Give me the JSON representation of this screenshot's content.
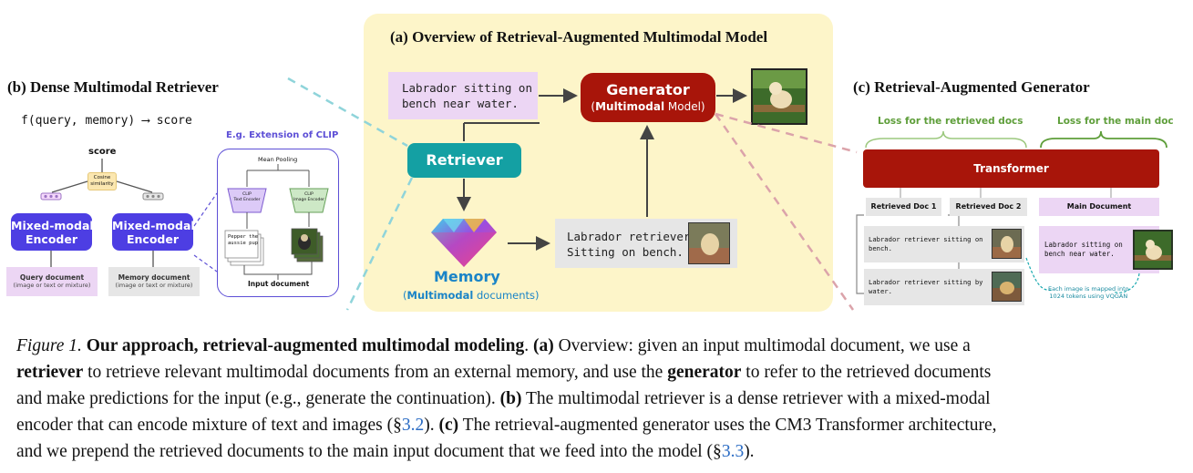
{
  "panel_a": {
    "title": "(a) Overview of Retrieval-Augmented Multimodal Model",
    "input_text": "Labrador sitting on\nbench near water.",
    "generator_label": "Generator",
    "generator_sub_bold": "Multimodal",
    "generator_sub_rest": " Model)",
    "generator_sub_open": "(",
    "retriever_label": "Retriever",
    "memory_label": "Memory",
    "memory_sub_open": "(",
    "memory_sub_bold": "Multimodal",
    "memory_sub_rest": " documents)",
    "retrieved_text": "Labrador retriever\nSitting on bench."
  },
  "panel_b": {
    "title": "(b) Dense Multimodal Retriever",
    "formula": "f(query, memory) ⟶ score",
    "score_label": "score",
    "cosine_label": "Cosine\nsimilarity",
    "encoder_label": "Mixed-modal\nEncoder",
    "query_doc_title": "Query document",
    "query_doc_sub": "(image or text or mixture)",
    "memory_doc_title": "Memory document",
    "memory_doc_sub": "(image or text or mixture)",
    "clip_title": "E.g. Extension of CLIP",
    "mean_pooling": "Mean Pooling",
    "clip_text_encoder": "CLIP\nText Encoder",
    "clip_image_encoder": "CLIP\nImage Encoder",
    "pepper_text": "Pepper the\naussie pup",
    "input_document": "Input document"
  },
  "panel_c": {
    "title": "(c) Retrieval-Augmented Generator",
    "loss_retrieved": "Loss for the retrieved docs",
    "loss_main": "Loss for the main doc",
    "transformer": "Transformer",
    "doc1": "Retrieved Doc 1",
    "doc2": "Retrieved Doc 2",
    "main_doc": "Main Document",
    "doc1_text": "Labrador retriever sitting on\nbench.",
    "doc2_text": "Labrador retriever sitting by\nwater.",
    "main_text": "Labrador sitting on\nbench near water.",
    "vqgan_note": "Each image is mapped into\n1024 tokens using VQGAN"
  },
  "caption": {
    "fig": "Figure 1.",
    "title": "Our approach, retrieval-augmented multimodal modeling",
    "a_label": "(a)",
    "a_text1": " Overview: given an input multimodal document, we use a",
    "retriever_word": "retriever",
    "line2_mid": " to retrieve relevant multimodal documents from an external memory, and use the ",
    "generator_word": "generator",
    "line2_end": " to refer to the retrieved documents",
    "line3": "and make predictions for the input (e.g., generate the continuation). ",
    "b_label": "(b)",
    "line3_end": " The multimodal retriever is a dense retriever with a mixed-modal",
    "line4a": "encoder that can encode mixture of text and images (§",
    "ref32": "3.2",
    "line4b": "). ",
    "c_label": "(c)",
    "line4c": " The retrieval-augmented generator uses the CM3 Transformer architecture,",
    "line5a": "and we prepend the retrieved documents to the main input document that we feed into the model (§",
    "ref33": "3.3",
    "line5b": ")."
  },
  "colors": {
    "panel_a_bg": "#fdf5c9",
    "generator": "#a8150a",
    "retriever": "#14a0a3",
    "encoder": "#4d3ee3",
    "pink_doc": "#ecd6f4",
    "grey_doc": "#e6e6e6",
    "loss_green": "#5e9e3a",
    "memory_blue": "#1a84c7",
    "link_blue": "#2b6cc4"
  }
}
